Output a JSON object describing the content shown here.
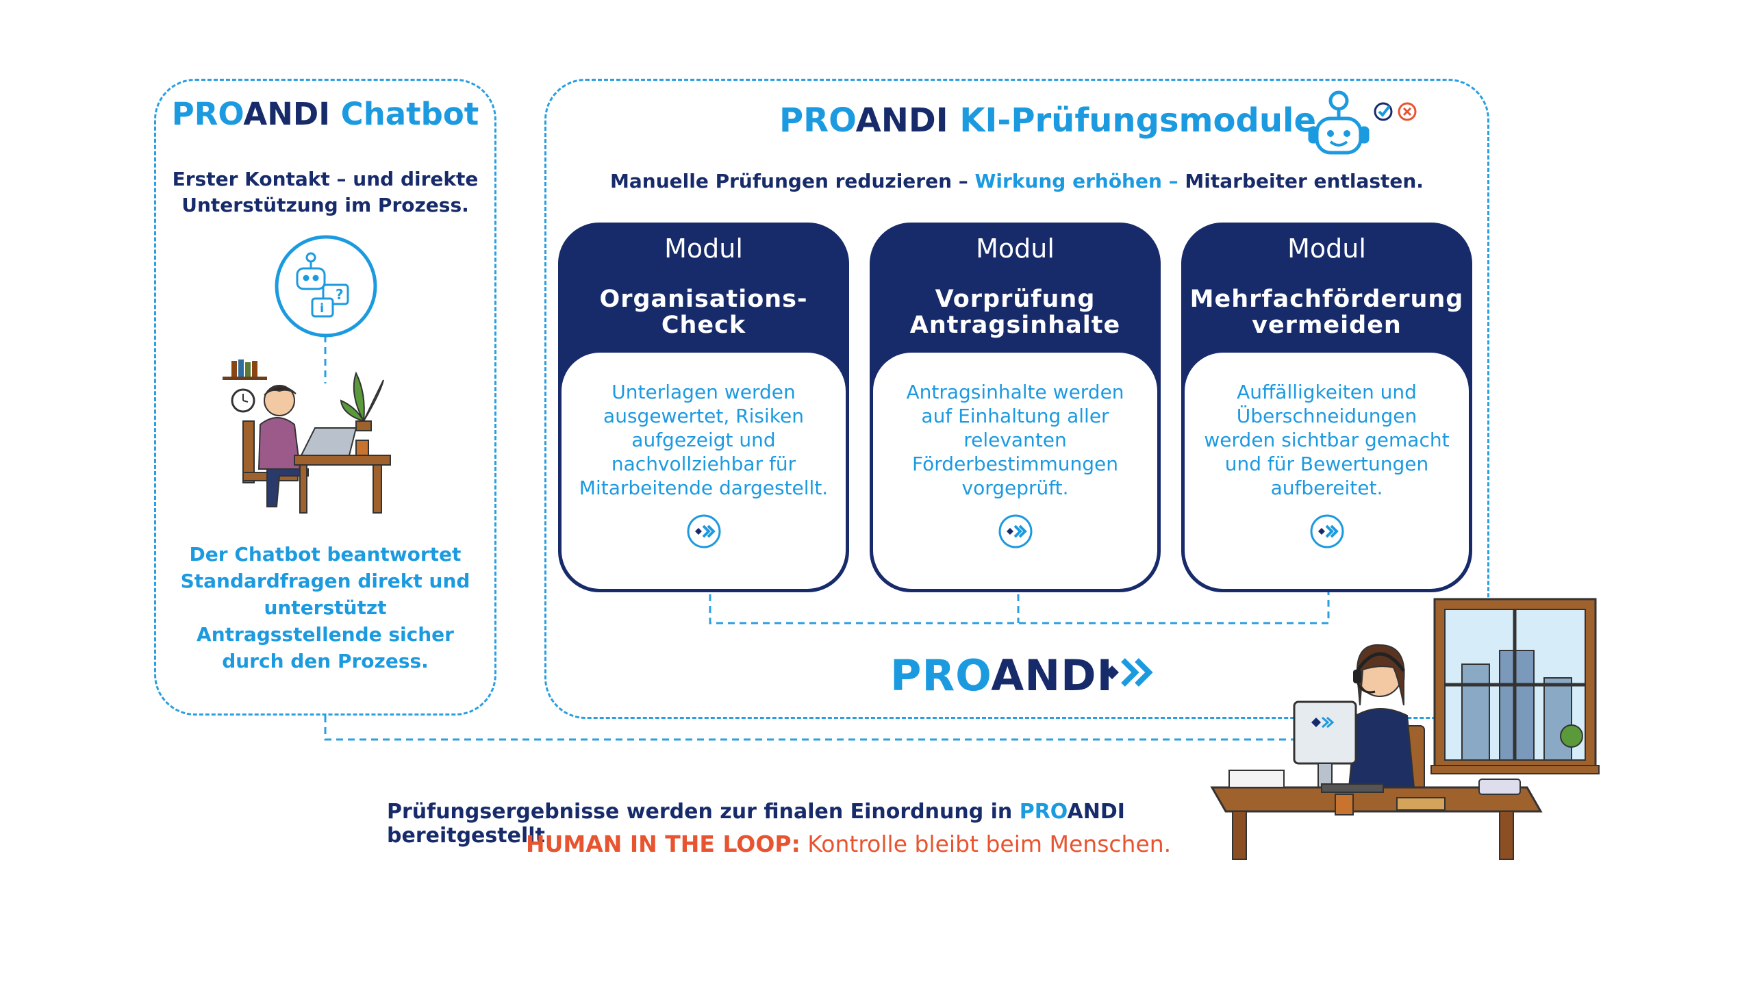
{
  "chatbot": {
    "title_pro": "PRO",
    "title_andi": "ANDI",
    "title_rest": " Chatbot",
    "subtitle_line1": "Erster Kontakt – und direkte",
    "subtitle_line2": "Unterstützung im Prozess.",
    "description_lines": [
      "Der Chatbot beantwortet",
      "Standardfragen direkt und",
      "unterstützt",
      "Antragsstellende sicher",
      "durch den Prozess."
    ]
  },
  "modules_panel": {
    "title_pro": "PRO",
    "title_andi": "ANDI",
    "title_rest": " KI-Prüfungsmodule",
    "subtitle_a": "Manuelle Prüfungen reduzieren – ",
    "subtitle_b": "Wirkung erhöhen – ",
    "subtitle_c": "Mitarbeiter entlasten."
  },
  "modules": [
    {
      "kicker": "Modul",
      "title": "Organisations-\nCheck",
      "text": "Unterlagen werden\nausgewertet, Risiken\naufgezeigt und\nnachvollziehbar für\nMitarbeitende dargestellt."
    },
    {
      "kicker": "Modul",
      "title": "Vorprüfung\nAntragsinhalte",
      "text": "Antragsinhalte werden\nauf Einhaltung aller\nrelevanten\nFörderbestimmungen\nvorgeprüft."
    },
    {
      "kicker": "Modul",
      "title": "Mehrfachförderung\nvermeiden",
      "text": "Auffälligkeiten und\nÜberschneidungen\nwerden sichtbar gemacht\nund für Bewertungen\naufbereitet."
    }
  ],
  "logo": {
    "pro": "PRO",
    "andi": "ANDI"
  },
  "footer": {
    "line1_a": "Prüfungsergebnisse werden zur finalen Einordnung in ",
    "line1_pro": "PRO",
    "line1_andi": "ANDI",
    "line1_c": " bereitgestellt.",
    "line2_a": "HUMAN IN THE LOOP:",
    "line2_b": " Kontrolle bleibt beim Menschen."
  },
  "colors": {
    "navy": "#172b6b",
    "blue": "#1c9ae0",
    "accent_red": "#e8542f"
  },
  "icons": [
    "robot-icon",
    "chat-bubble-icon",
    "check-icon",
    "cross-icon",
    "arrow-chevron-icon"
  ]
}
